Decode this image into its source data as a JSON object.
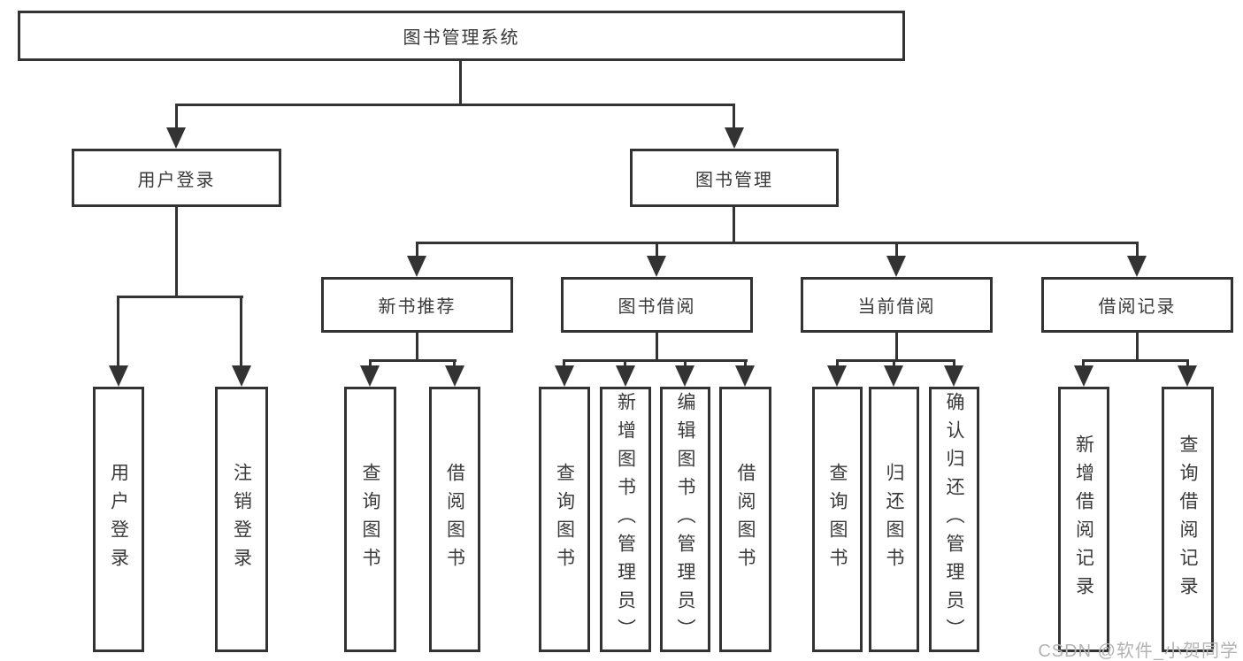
{
  "diagram": {
    "root": {
      "label": "图书管理系统"
    },
    "branches": [
      {
        "label": "用户登录"
      },
      {
        "label": "图书管理"
      }
    ],
    "modules": [
      {
        "label": "新书推荐"
      },
      {
        "label": "图书借阅"
      },
      {
        "label": "当前借阅"
      },
      {
        "label": "借阅记录"
      }
    ],
    "leaves": [
      {
        "label": "用户登录"
      },
      {
        "label": "注销登录"
      },
      {
        "label": "查询图书"
      },
      {
        "label": "借阅图书"
      },
      {
        "label": "查询图书"
      },
      {
        "label": "新增图书（管理员）"
      },
      {
        "label": "编辑图书（管理员）"
      },
      {
        "label": "借阅图书"
      },
      {
        "label": "查询图书"
      },
      {
        "label": "归还图书"
      },
      {
        "label": "确认归还（管理员）"
      },
      {
        "label": "新增借阅记录"
      },
      {
        "label": "查询借阅记录"
      }
    ],
    "colors": {
      "line": "#333333",
      "box_fill": "#ffffff",
      "text": "#3a3a3a",
      "watermark": "#b3b3b3"
    },
    "watermark": {
      "text": "CSDN @软件_小贺同学"
    }
  }
}
